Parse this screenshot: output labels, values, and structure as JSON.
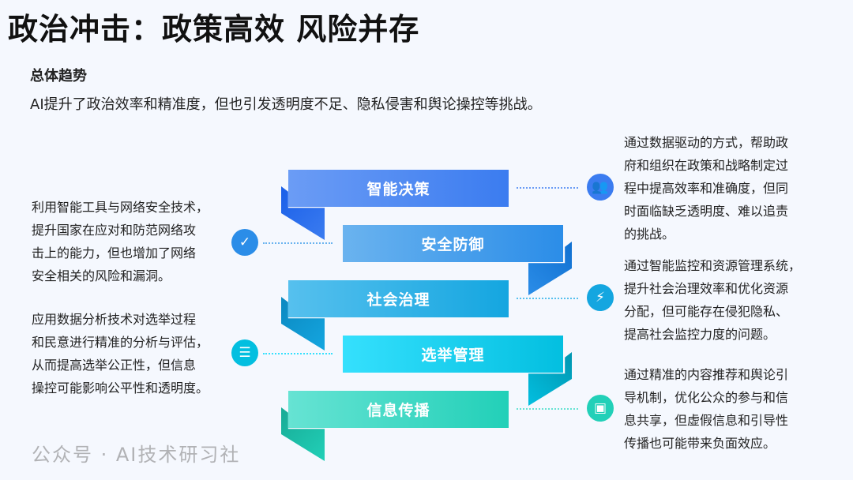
{
  "title": "政治冲击：政策高效 风险并存",
  "subtitle": "总体趋势",
  "summary": "AI提升了政治效率和精准度，但也引发透明度不足、隐私侵害和舆论操控等挑战。",
  "ribbons": [
    {
      "label": "智能决策",
      "icon": "users-icon",
      "from": "#6b9cf5",
      "to": "#3b7cf0",
      "dark": "#1a5fe8"
    },
    {
      "label": "安全防御",
      "icon": "shield-check-icon",
      "from": "#6ab3ef",
      "to": "#2b8de8",
      "dark": "#1070d0"
    },
    {
      "label": "社会治理",
      "icon": "lightbulb-head-icon",
      "from": "#56c0ee",
      "to": "#14a6e0",
      "dark": "#0b88c0"
    },
    {
      "label": "选举管理",
      "icon": "clipboard-icon",
      "from": "#35e0fd",
      "to": "#03bfe0",
      "dark": "#0096b0"
    },
    {
      "label": "信息传播",
      "icon": "message-icon",
      "from": "#66e3d3",
      "to": "#22d0b8",
      "dark": "#17aa95"
    }
  ],
  "descriptions": [
    [
      "通过数据驱动的方式，帮助政",
      "府和组织在政策和战略制定过",
      "程中提高效率和准确度，但同",
      "时面临缺乏透明度、难以追责",
      "的挑战。"
    ],
    [
      "利用智能工具与网络安全技术，",
      "提升国家在应对和防范网络攻",
      "击上的能力，但也增加了网络",
      "安全相关的风险和漏洞。"
    ],
    [
      "通过智能监控和资源管理系统，",
      "提升社会治理效率和优化资源",
      "分配，但可能存在侵犯隐私、",
      "提高社会监控力度的问题。"
    ],
    [
      "应用数据分析技术对选举过程",
      "和民意进行精准的分析与评估，",
      "从而提高选举公正性，但信息",
      "操控可能影响公平性和透明度。"
    ],
    [
      "通过精准的内容推荐和舆论引",
      "导机制，优化公众的参与和信",
      "息共享，但虚假信息和引导性",
      "传播也可能带来负面效应。"
    ]
  ],
  "watermark": "公众号 · AI技术研习社"
}
